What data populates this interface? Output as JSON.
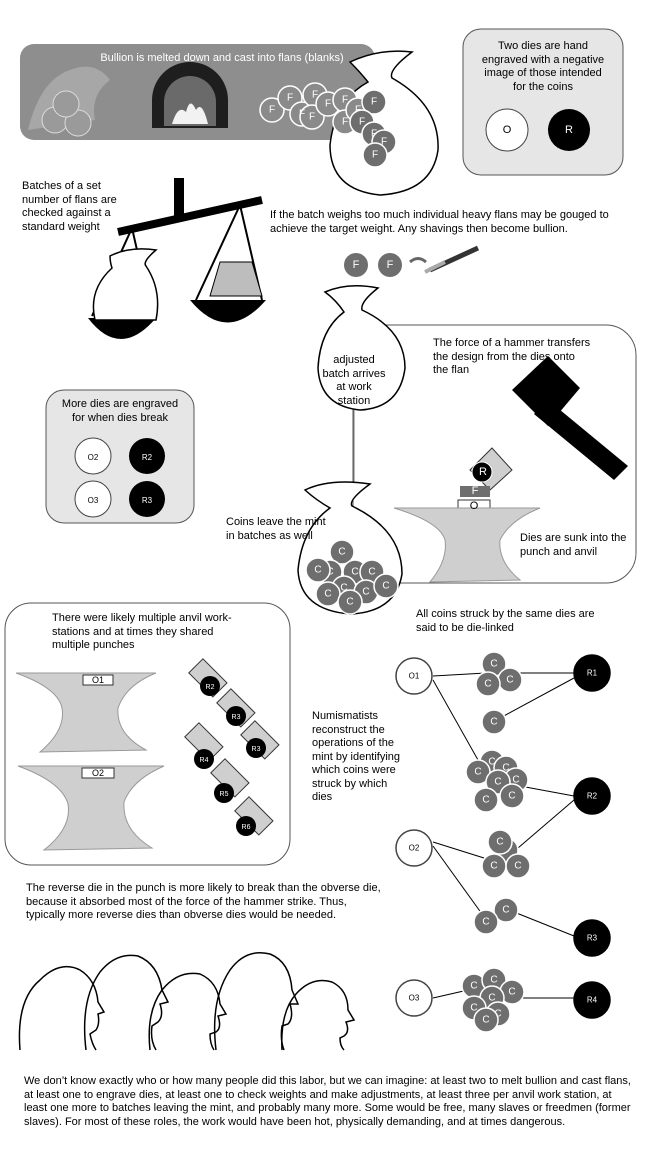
{
  "melt": {
    "caption": "Bullion is melted down and cast into flans (blanks)",
    "flan_label": "F"
  },
  "dies_box": {
    "text": "Two dies are hand engraved with a negative image of those intended for the coins",
    "obverse": "O",
    "reverse": "R"
  },
  "batches": {
    "text": "Batches of  a set number of flans are checked against a standard weight"
  },
  "heavy": {
    "text": "If the batch weighs too much individual heavy flans may be gouged to achieve the target weight. Any shavings then become bullion."
  },
  "station": {
    "bag_text": "adjusted batch arrives at work station",
    "hammer_text": "The force of a hammer transfers the design from the dies onto the flan",
    "die_r": "R",
    "flan": "F",
    "die_o": "O",
    "sunk_text": "Dies are sunk into the punch and anvil",
    "leave_text": "Coins leave the mint in batches as well",
    "coin_label": "C"
  },
  "more_dies": {
    "text": "More dies are engraved for when dies break",
    "labels": [
      "O2",
      "R2",
      "O3",
      "R3"
    ]
  },
  "die_linked": {
    "text": "All coins struck by the same dies are said to be die-linked"
  },
  "multi": {
    "text": "There were likely multiple anvil work-stations and at times they shared multiple punches",
    "anvil_labels": [
      "O1",
      "O2"
    ],
    "punch_labels": [
      "R2",
      "R3",
      "R3",
      "R4",
      "R5",
      "R6"
    ]
  },
  "network": {
    "obverse": [
      "O1",
      "O2",
      "O3"
    ],
    "reverse": [
      "R1",
      "R2",
      "R3",
      "R4"
    ],
    "coin_label": "C",
    "text": "Numismatists reconstruct the operations of the mint by identifying which coins were struck by which dies"
  },
  "reverse_note": {
    "text": "The reverse die in the punch is more likely to break than the obverse die, because it absorbed most of the force of the hammer strike. Thus, typically more reverse dies than obverse dies would be needed."
  },
  "labor": {
    "text": "We don’t know exactly who or how many people did this labor, but we can imagine: at least two to melt bullion and cast flans, at least one to engrave dies,  at least one to check weights and make adjustments, at least three per anvil work station, at least one more to batches leaving the mint, and probably many more.  Some would be free, many slaves or freedmen (former slaves).  For most of these roles, the work would have been hot, physically demanding, and at times dangerous."
  },
  "colors": {
    "banner": "#8c8c8c",
    "panel": "#e6e6e6",
    "coin": "#6e6e6e",
    "anvil": "#cfcfcf",
    "die_dark": "#000000"
  }
}
